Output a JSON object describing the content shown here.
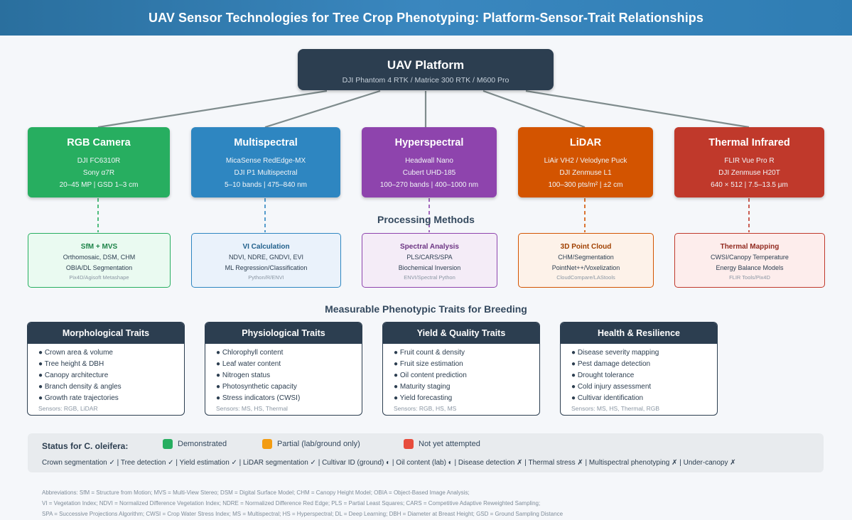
{
  "title": "UAV Sensor Technologies for Tree Crop Phenotyping: Platform-Sensor-Trait Relationships",
  "platform": {
    "title": "UAV Platform",
    "subtitle": "DJI Phantom 4 RTK / Matrice 300 RTK / M600 Pro"
  },
  "sensors": [
    {
      "title": "RGB Camera",
      "lines": [
        "DJI FC6310R",
        "Sony α7R",
        "20–45 MP | GSD 1–3 cm"
      ],
      "color": "#27ae60"
    },
    {
      "title": "Multispectral",
      "lines": [
        "MicaSense RedEdge-MX",
        "DJI P1 Multispectral",
        "5–10 bands | 475–840 nm"
      ],
      "color": "#2e86c1"
    },
    {
      "title": "Hyperspectral",
      "lines": [
        "Headwall Nano",
        "Cubert UHD-185",
        "100–270 bands | 400–1000 nm"
      ],
      "color": "#8e44ad"
    },
    {
      "title": "LiDAR",
      "lines": [
        "LiAir VH2 / Velodyne Puck",
        "DJI Zenmuse L1",
        "100–300 pts/m² | ±2 cm"
      ],
      "color": "#d35400"
    },
    {
      "title": "Thermal Infrared",
      "lines": [
        "FLIR Vue Pro R",
        "DJI Zenmuse H20T",
        "640 × 512 | 7.5–13.5 μm"
      ],
      "color": "#c0392b"
    }
  ],
  "processing_title": "Processing Methods",
  "processing": [
    {
      "title": "SfM + MVS",
      "lines": [
        "Orthomosaic, DSM, CHM",
        "OBIA/DL Segmentation"
      ],
      "footer": "Pix4D/Agisoft Metashape",
      "color": "#27ae60",
      "bg": "#eafaf1",
      "title_color": "#1e8449"
    },
    {
      "title": "VI Calculation",
      "lines": [
        "NDVI, NDRE, GNDVI, EVI",
        "ML Regression/Classification"
      ],
      "footer": "Python/R/ENVI",
      "color": "#2e86c1",
      "bg": "#eaf2fb",
      "title_color": "#1f5f8b"
    },
    {
      "title": "Spectral Analysis",
      "lines": [
        "PLS/CARS/SPA",
        "Biochemical Inversion"
      ],
      "footer": "ENVI/Spectral Python",
      "color": "#8e44ad",
      "bg": "#f4ecf7",
      "title_color": "#6c3483"
    },
    {
      "title": "3D Point Cloud",
      "lines": [
        "CHM/Segmentation",
        "PointNet++/Voxelization"
      ],
      "footer": "CloudCompare/LAStools",
      "color": "#d35400",
      "bg": "#fdf2e9",
      "title_color": "#a04000"
    },
    {
      "title": "Thermal Mapping",
      "lines": [
        "CWSI/Canopy Temperature",
        "Energy Balance Models"
      ],
      "footer": "FLIR Tools/Pix4D",
      "color": "#c0392b",
      "bg": "#fdedec",
      "title_color": "#922b21"
    }
  ],
  "traits_title": "Measurable Phenotypic Traits for Breeding",
  "traits": [
    {
      "title": "Morphological Traits",
      "items": [
        "Crown area & volume",
        "Tree height & DBH",
        "Canopy architecture",
        "Branch density & angles",
        "Growth rate trajectories"
      ],
      "sensors": "Sensors: RGB, LiDAR"
    },
    {
      "title": "Physiological Traits",
      "items": [
        "Chlorophyll content",
        "Leaf water content",
        "Nitrogen status",
        "Photosynthetic capacity",
        "Stress indicators (CWSI)"
      ],
      "sensors": "Sensors: MS, HS, Thermal"
    },
    {
      "title": "Yield & Quality Traits",
      "items": [
        "Fruit count & density",
        "Fruit size estimation",
        "Oil content prediction",
        "Maturity staging",
        "Yield forecasting"
      ],
      "sensors": "Sensors: RGB, HS, MS"
    },
    {
      "title": "Health & Resilience",
      "items": [
        "Disease severity mapping",
        "Pest damage detection",
        "Drought tolerance",
        "Cold injury assessment",
        "Cultivar identification"
      ],
      "sensors": "Sensors: MS, HS, Thermal, RGB"
    }
  ],
  "status": {
    "label": "Status for C. oleifera:",
    "legend": [
      {
        "label": "Demonstrated",
        "color": "#27ae60"
      },
      {
        "label": "Partial (lab/ground only)",
        "color": "#f39c12"
      },
      {
        "label": "Not yet attempted",
        "color": "#e74c3c"
      }
    ],
    "line": "Crown segmentation ✓ | Tree detection ✓ | Yield estimation ✓ | LiDAR segmentation ✓ | Cultivar ID (ground) ◐ | Oil content (lab) ◐ | Disease detection ✗ | Thermal stress ✗ | Multispectral phenotyping ✗ | Under-canopy ✗"
  },
  "abbreviations": [
    "Abbreviations: SfM = Structure from Motion; MVS = Multi-View Stereo; DSM = Digital Surface Model; CHM = Canopy Height Model; OBIA = Object-Based Image Analysis;",
    "VI = Vegetation Index; NDVI = Normalized Difference Vegetation Index; NDRE = Normalized Difference Red Edge; PLS = Partial Least Squares; CARS = Competitive Adaptive Reweighted Sampling;",
    "SPA = Successive Projections Algorithm; CWSI = Crop Water Stress Index; MS = Multispectral; HS = Hyperspectral; DL = Deep Learning; DBH = Diameter at Breast Height; GSD = Ground Sampling Distance"
  ]
}
